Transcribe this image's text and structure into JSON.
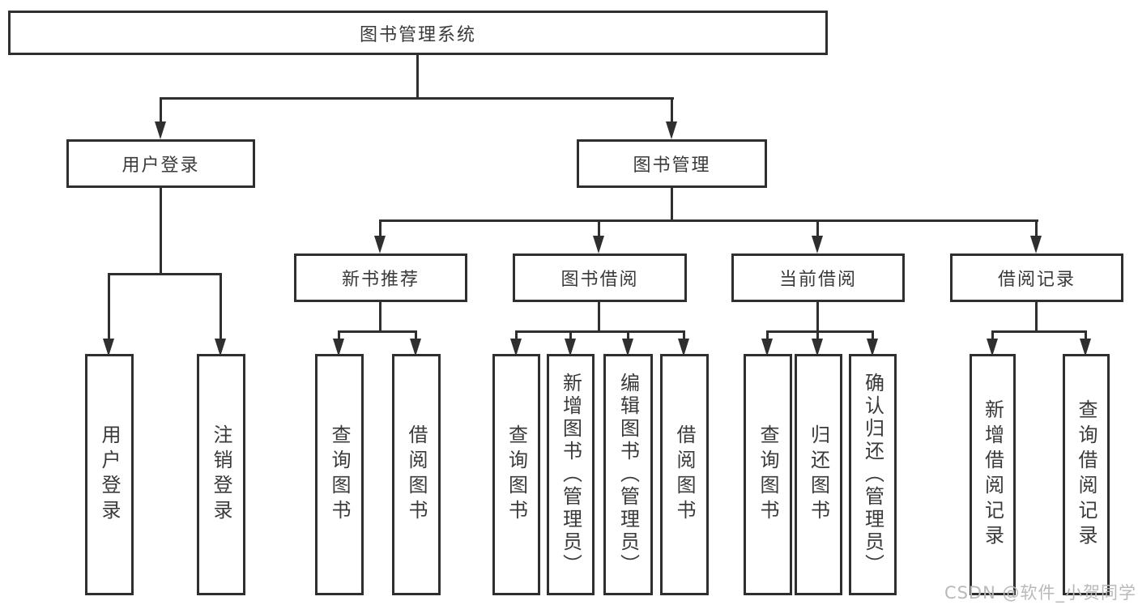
{
  "tree": {
    "root": {
      "label": "图书管理系统"
    },
    "level2": [
      {
        "label": "用户登录"
      },
      {
        "label": "图书管理"
      }
    ],
    "level3": [
      {
        "label": "新书推荐"
      },
      {
        "label": "图书借阅"
      },
      {
        "label": "当前借阅"
      },
      {
        "label": "借阅记录"
      }
    ],
    "leaves": {
      "user_login": [
        "用户登录",
        "注销登录"
      ],
      "new_book_rec": [
        "查询图书",
        "借阅图书"
      ],
      "book_borrow": [
        "查询图书",
        "新增图书（管理员）",
        "编辑图书（管理员）",
        "借阅图书"
      ],
      "current_borrow": [
        "查询图书",
        "归还图书",
        "确认归还（管理员）"
      ],
      "borrow_records": [
        "新增借阅记录",
        "查询借阅记录"
      ]
    }
  },
  "watermark": {
    "text": "CSDN @软件_小贺同学"
  },
  "colors": {
    "line": "#2f2f2f",
    "text": "#3a3a3a",
    "background": "#ffffff",
    "watermark": "#b9b9b9"
  }
}
